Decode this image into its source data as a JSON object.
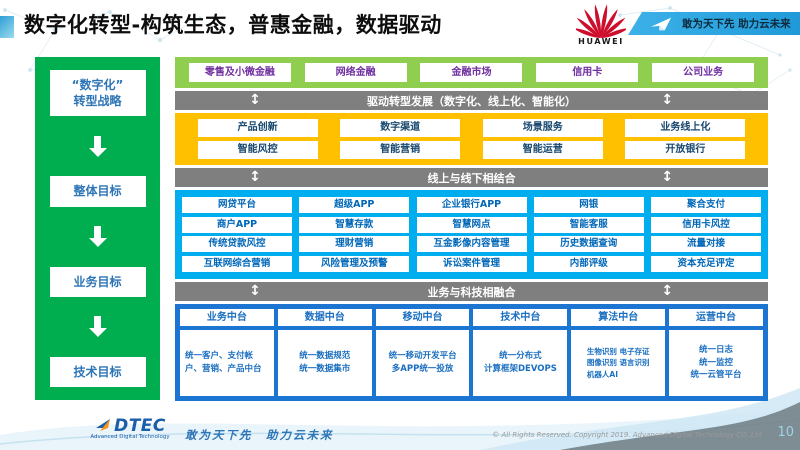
{
  "header": {
    "title": "数字化转型-构筑生态，普惠金融，数据驱动",
    "huawei_wordmark": "HUAWEI",
    "banner_slogan": "敢为天下先 助力云未来"
  },
  "sidebar": {
    "strategy": "“数字化”\n转型战略",
    "goals": [
      "整体目标",
      "业务目标",
      "技术目标"
    ]
  },
  "main": {
    "business_band": [
      "零售及小微金融",
      "网络金融",
      "金融市场",
      "信用卡",
      "公司业务"
    ],
    "bar_drive": "驱动转型发展（数字化、线上化、智能化）",
    "yellow_rows": [
      [
        "产品创新",
        "数字渠道",
        "场景服务",
        "业务线上化"
      ],
      [
        "智能风控",
        "智能营销",
        "智能运营",
        "开放银行"
      ]
    ],
    "bar_online_offline": "线上与线下相结合",
    "cyan_rows": [
      [
        "网贷平台",
        "超级APP",
        "企业银行APP",
        "网银",
        "聚合支付"
      ],
      [
        "商户APP",
        "智慧存款",
        "智慧网点",
        "智能客服",
        "信用卡风控"
      ],
      [
        "传统贷款风控",
        "理财营销",
        "互金影像内容管理",
        "历史数据查询",
        "流量对接"
      ],
      [
        "互联网综合营销",
        "风险管理及预警",
        "诉讼案件管理",
        "内部评级",
        "资本充足评定"
      ]
    ],
    "bar_tech": "业务与科技相融合",
    "platforms": [
      {
        "title": "业务中台",
        "detail": "统一客户、支付帐户、营销、产品中台"
      },
      {
        "title": "数据中台",
        "detail": "统一数据规范\n统一数据集市"
      },
      {
        "title": "移动中台",
        "detail": "统一移动开发平台\n多APP统一投放"
      },
      {
        "title": "技术中台",
        "detail": "统一分布式\n计算框架DEVOPS"
      },
      {
        "title": "算法中台",
        "detail": "生物识别 电子存证\n图像识别 语言识别\n机器人AI"
      },
      {
        "title": "运营中台",
        "detail": "统一日志\n统一监控\n统一云管平台"
      }
    ]
  },
  "footer": {
    "logo_text": "DTEC",
    "logo_subtext": "Advanced Digital Technology",
    "slogan": "敢为天下先　助力云未来",
    "copyright": "© All Rights Reserved. Copyright 2019. Advanced Digital Technology CO.,Ltd",
    "page_number": "10"
  },
  "colors": {
    "sidebar_green": "#00AE50",
    "band_green": "#8FCE4F",
    "yellow": "#FFC000",
    "cyan": "#00AEEF",
    "platform_blue": "#1B75D1",
    "gray_bar": "#7F7F7F",
    "purple_text": "#7030A0",
    "blue_text": "#0067B8",
    "banner_blue": "#29ABE2",
    "huawei_red": "#CE0E2D"
  }
}
